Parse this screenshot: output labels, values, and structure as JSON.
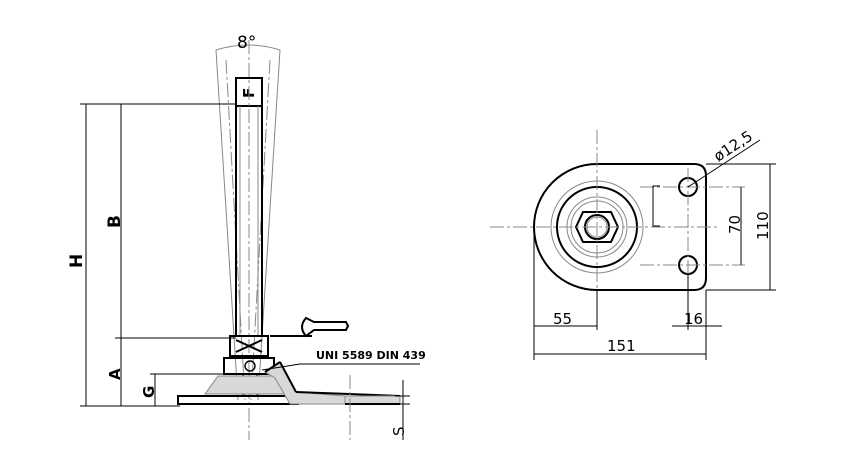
{
  "side_view": {
    "angle_label": "8°",
    "labels": {
      "F": "F",
      "H": "H",
      "B": "B",
      "A": "A",
      "G": "G",
      "S": "S"
    },
    "standard_note": "UNI 5589 DIN 439",
    "wrench_icon": "wrench-icon"
  },
  "top_view": {
    "hole_diameter": "ø12,5",
    "dimensions": {
      "d70": "70",
      "d110": "110",
      "d55": "55",
      "d16": "16",
      "d151": "151"
    }
  }
}
